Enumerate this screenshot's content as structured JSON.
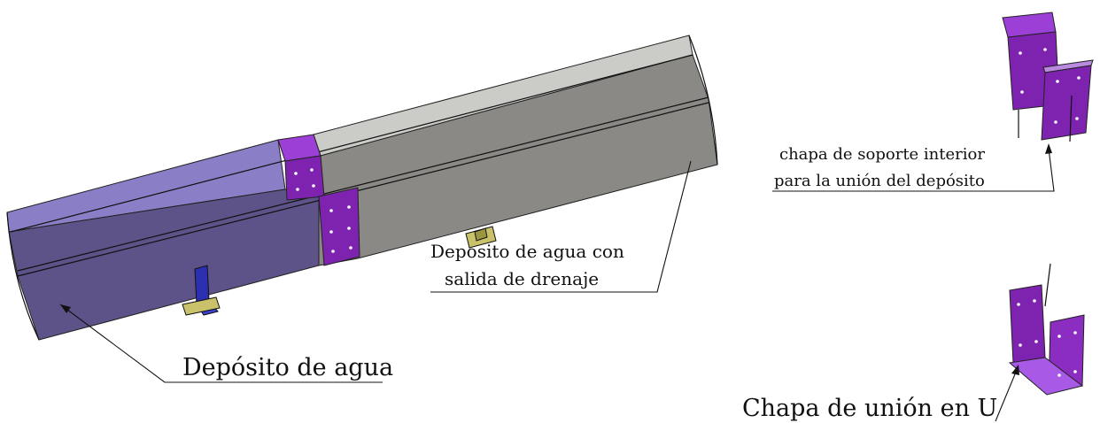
{
  "labels": {
    "tank": "Depósito de agua",
    "tank_drain_line1": "Deposito de agua con",
    "tank_drain_line2": "salida de drenaje",
    "inner_plate_line1": "chapa de soporte interior",
    "inner_plate_line2": "para la unión del depósito",
    "u_plate": "Chapa de unión en U"
  },
  "colors": {
    "tank_purple_top": "#8a7ec6",
    "tank_purple_front": "#5d5389",
    "tank_grey_top": "#cbcbc7",
    "tank_grey_front": "#8a8985",
    "joint_plate": "#7e22b0",
    "bracket_blue": "#2b2fb0",
    "bracket_yellow": "#c9c26a"
  }
}
